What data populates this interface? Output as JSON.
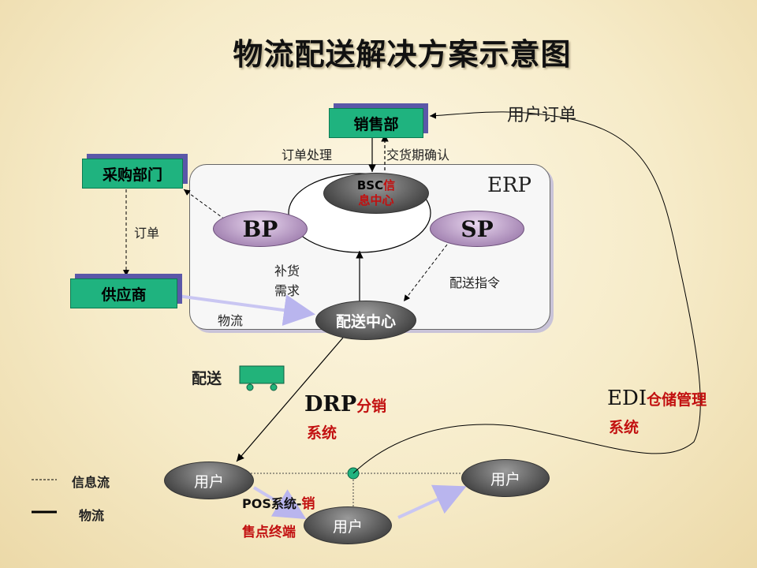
{
  "title": "物流配送解决方案示意图",
  "nodes": {
    "sales": "销售部",
    "purchasing": "采购部门",
    "supplier": "供应商",
    "bp": "BP",
    "sp": "SP",
    "bsc_prefix": "BSC",
    "bsc_line1_rest": "信",
    "bsc_line2": "息中心",
    "distribution_center": "配送中心",
    "user": "用户"
  },
  "labels": {
    "user_order": "用户订单",
    "order_processing": "订单处理",
    "delivery_confirm": "交货期确认",
    "erp": "ERP",
    "order": "订单",
    "replenish_line1": "补货",
    "replenish_line2": "需求",
    "delivery_instruction": "配送指令",
    "logistics": "物流",
    "delivery": "配送",
    "drp_code": "DRP",
    "drp_name_1": "分销",
    "drp_name_2": "系统",
    "edi_code": "EDI",
    "edi_name_1": "仓储管理",
    "edi_name_2": "系统",
    "pos_code": "POS系统-",
    "pos_name_1": "销",
    "pos_name_2": "售点终端"
  },
  "legend": {
    "info_flow": "信息流",
    "material_flow": "物流"
  },
  "colors": {
    "box_green": "#1fb37f",
    "box_shadow": "#5b57a8",
    "bp_sp_purple": "#a98ab7",
    "node_gray": "#4a4a4a",
    "accent_red": "#c21010",
    "truck_green": "#22b37a",
    "flow_arrow": "#c9c6f2"
  }
}
